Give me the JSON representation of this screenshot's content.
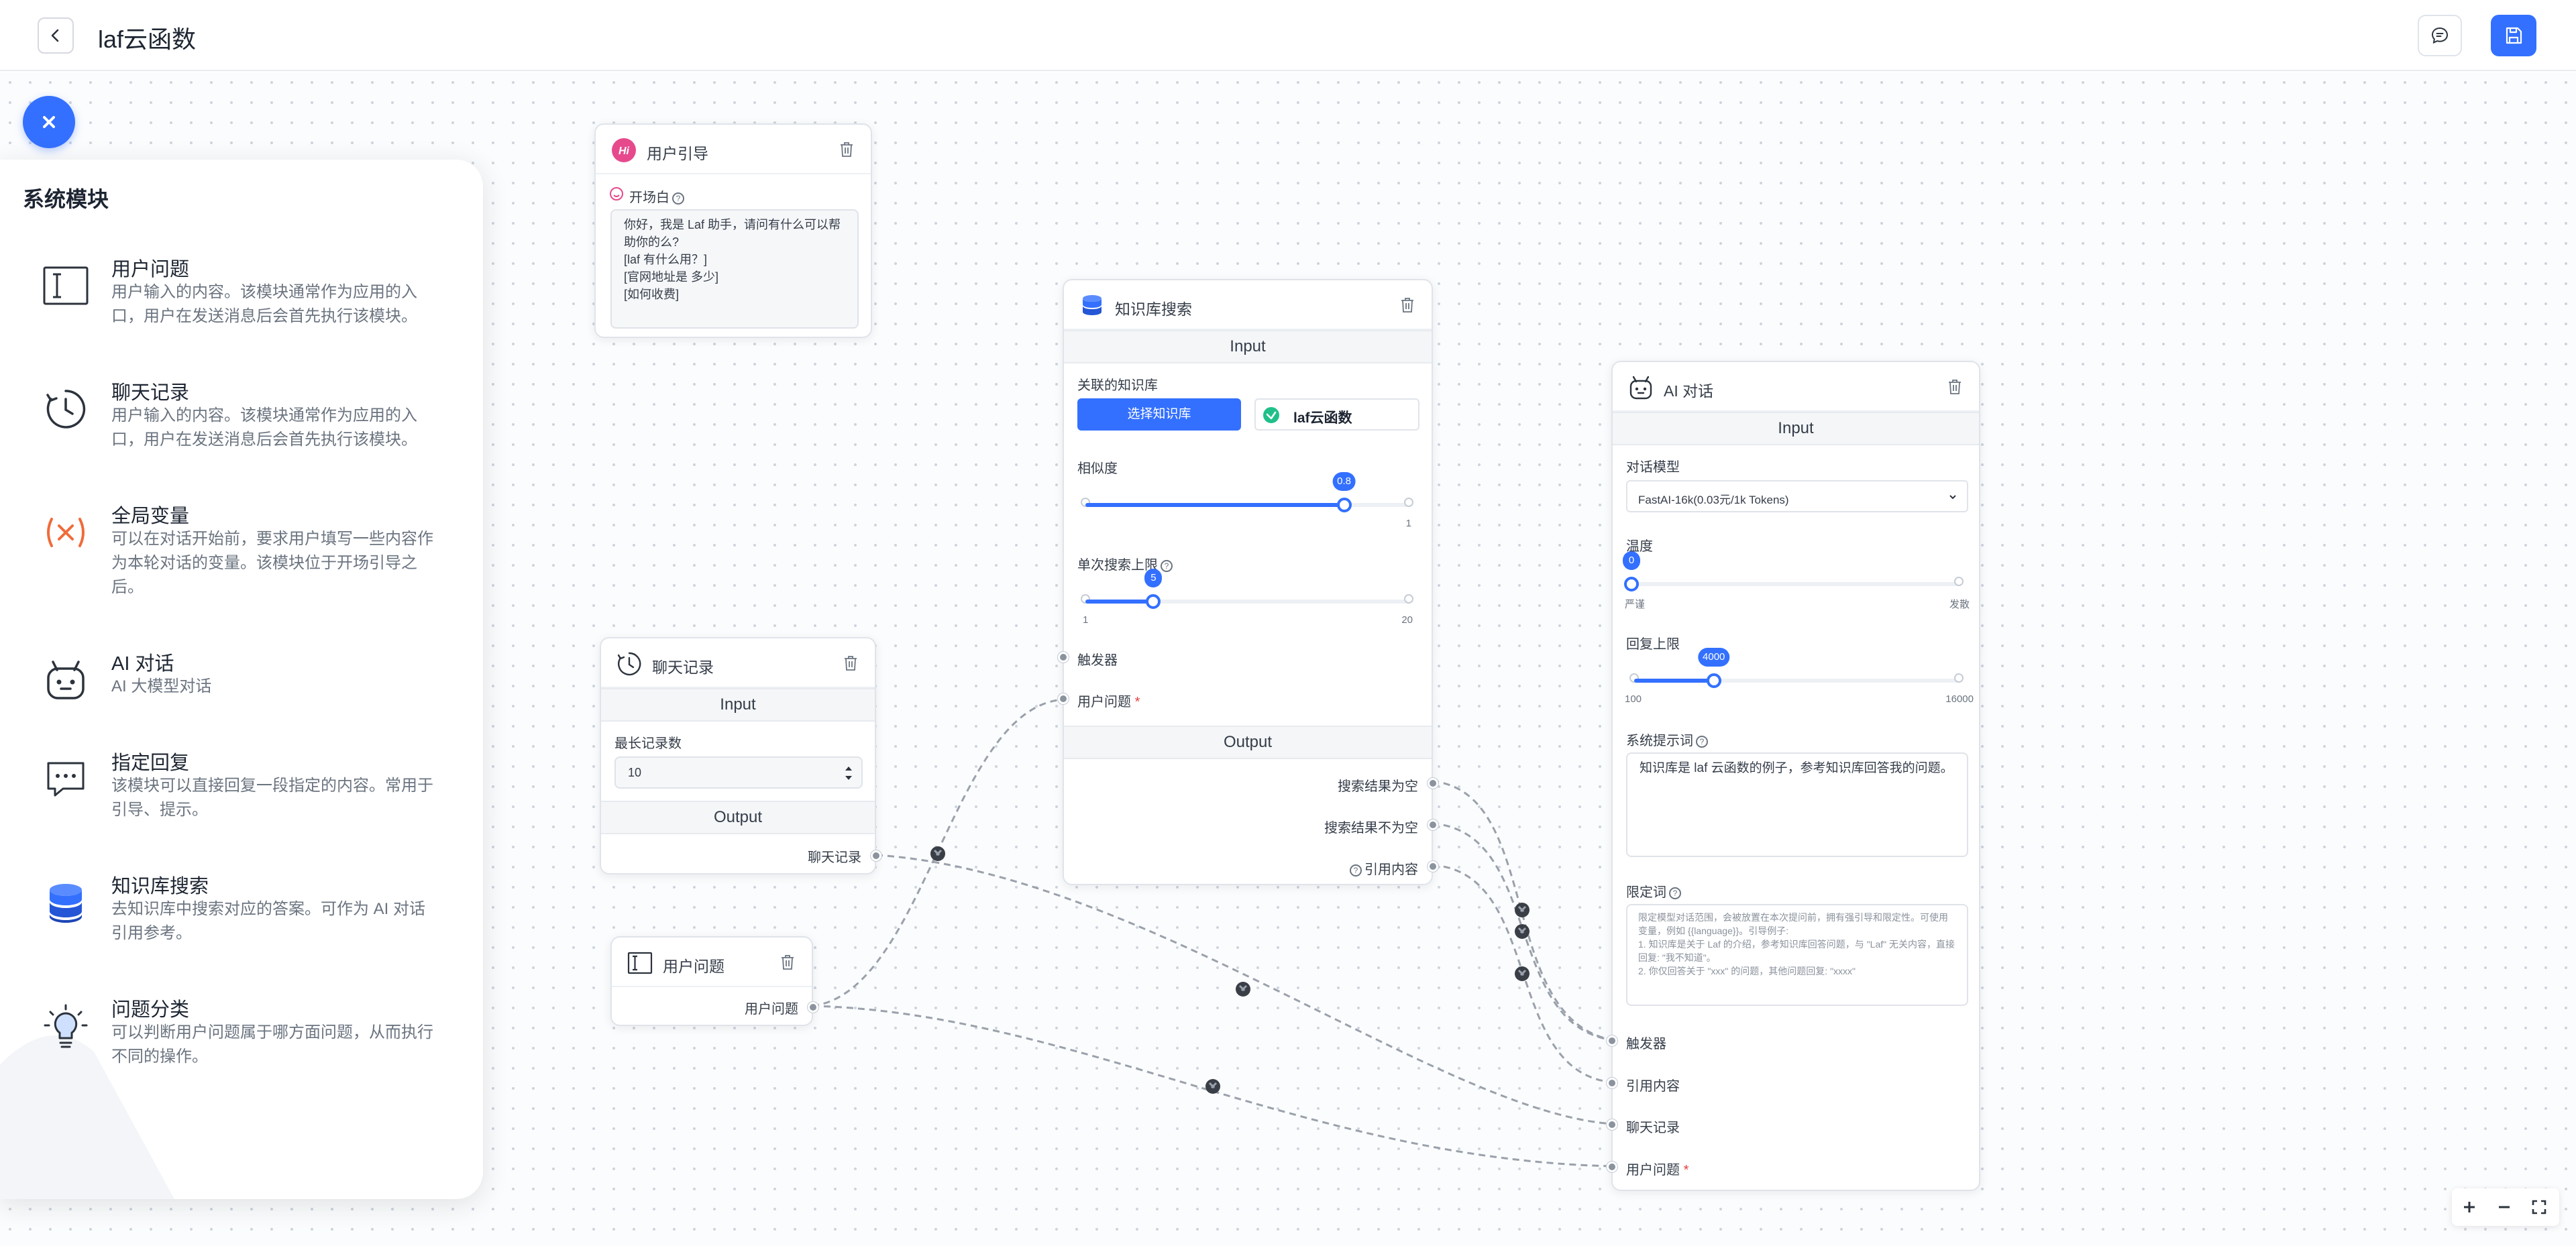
{
  "app": {
    "title": "laf云函数"
  },
  "panel": {
    "title": "系统模块",
    "modules": [
      {
        "icon": "text-cursor-icon",
        "name": "用户问题",
        "desc": "用户输入的内容。该模块通常作为应用的入口，用户在发送消息后会首先执行该模块。"
      },
      {
        "icon": "history-clock-icon",
        "name": "聊天记录",
        "desc": "用户输入的内容。该模块通常作为应用的入口，用户在发送消息后会首先执行该模块。"
      },
      {
        "icon": "variable-icon",
        "name": "全局变量",
        "desc": "可以在对话开始前，要求用户填写一些内容作为本轮对话的变量。该模块位于开场引导之后。"
      },
      {
        "icon": "robot-icon",
        "name": "AI 对话",
        "desc": "AI 大模型对话"
      },
      {
        "icon": "reply-bubble-icon",
        "name": "指定回复",
        "desc": "该模块可以直接回复一段指定的内容。常用于引导、提示。"
      },
      {
        "icon": "database-icon",
        "name": "知识库搜索",
        "desc": "去知识库中搜索对应的答案。可作为 AI 对话引用参考。"
      },
      {
        "icon": "lightbulb-icon",
        "name": "问题分类",
        "desc": "可以判断用户问题属于哪方面问题，从而执行不同的操作。"
      }
    ]
  },
  "nodes": {
    "guide": {
      "title": "用户引导",
      "opening_label": "开场白",
      "opening_text": "你好，我是 Laf 助手，请问有什么可以帮助你的么?\n[laf 有什么用？]\n[官网地址是 多少]\n[如何收费]"
    },
    "history": {
      "title": "聊天记录",
      "input_label": "Input",
      "max_label": "最长记录数",
      "max_value": "10",
      "output_label": "Output",
      "out_history": "聊天记录"
    },
    "question": {
      "title": "用户问题",
      "out_question": "用户问题"
    },
    "kb": {
      "title": "知识库搜索",
      "input_label": "Input",
      "linked_label": "关联的知识库",
      "select_button": "选择知识库",
      "kb_name": "laf云函数",
      "similarity_label": "相似度",
      "similarity": {
        "value": "0.8",
        "max": "1",
        "fraction": 0.8
      },
      "limit_label": "单次搜索上限",
      "limit": {
        "value": "5",
        "min": "1",
        "max": "20",
        "fraction": 0.2105
      },
      "trigger": "触发器",
      "question": "用户问题",
      "required": "*",
      "output_label": "Output",
      "out_empty": "搜索结果为空",
      "out_not_empty": "搜索结果不为空",
      "out_quote": "引用内容"
    },
    "ai": {
      "title": "AI 对话",
      "input_label": "Input",
      "model_label": "对话模型",
      "model_value": "FastAI-16k(0.03元/1k Tokens)",
      "temp_label": "温度",
      "temp": {
        "value": "0",
        "min": "严谨",
        "max": "发散",
        "fraction": 0
      },
      "max_label": "回复上限",
      "max": {
        "value": "4000",
        "min": "100",
        "max": "16000",
        "fraction": 0.2453
      },
      "system_label": "系统提示词",
      "system_text": "知识库是 laf 云函数的例子，参考知识库回答我的问题。",
      "limit_label": "限定词",
      "limit_text": "限定模型对话范围，会被放置在本次提问前，拥有强引导和限定性。可使用变量，例如 {{language}}。引导例子:\n1. 知识库是关于 Laf 的介绍，参考知识库回答问题，与 \"Laf\" 无关内容，直接回复: \"我不知道\"。\n2. 你仅回答关于 \"xxx\" 的问题，其他问题回复: \"xxxx\"",
      "trigger": "触发器",
      "quote": "引用内容",
      "history": "聊天记录",
      "question": "用户问题",
      "required": "*"
    }
  },
  "colors": {
    "accent": "#3370ff",
    "required": "#e53e3e",
    "edge": "#9aa1ab"
  }
}
